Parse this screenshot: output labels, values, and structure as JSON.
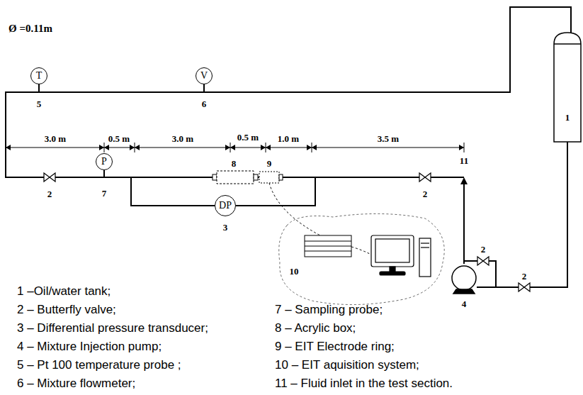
{
  "diagram": {
    "nodes": [
      {
        "text": [
          "T"
        ]
      },
      {
        "text": [
          "V"
        ]
      },
      {
        "text": [
          "P"
        ]
      },
      {
        "text": [
          "DP"
        ]
      }
    ],
    "labels": [
      "Ø =0.11m",
      "3.0 m",
      "0.5 m",
      "3.0 m",
      "0.5 m",
      "1.0 m",
      "3.5 m",
      "11",
      "1",
      "2",
      "2",
      "2",
      "2",
      "3",
      "4",
      "5",
      "6",
      "7",
      "8",
      "9",
      "10",
      "1 –Oil/water tank;",
      "2 – Butterfly valve;",
      "3 – Differential pressure transducer;",
      "4 – Mixture Injection pump;",
      "5 – Pt 100 temperature probe ;",
      "6 – Mixture flowmeter;",
      "7 – Sampling probe;",
      "8 – Acrylic box;",
      "9 – EIT Electrode ring;",
      "10 – EIT aquisition system;",
      "11 – Fluid inlet in the test section."
    ]
  }
}
